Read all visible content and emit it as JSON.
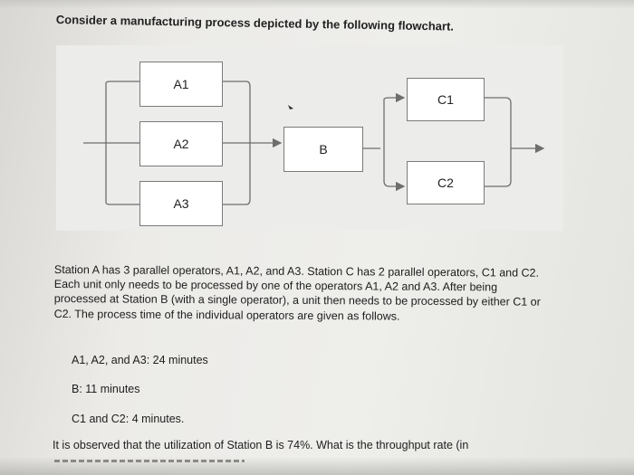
{
  "question": {
    "title": "Consider a manufacturing process depicted by the following flowchart."
  },
  "flowchart": {
    "boxes": {
      "a1": "A1",
      "a2": "A2",
      "a3": "A3",
      "b": "B",
      "c1": "C1",
      "c2": "C2"
    }
  },
  "description": {
    "paragraph": "Station A has 3 parallel operators, A1, A2, and A3. Station C has 2 parallel operators, C1 and C2. Each unit only needs to be processed by one of the operators A1, A2 and A3. After being processed at Station B (with a single operator), a unit then needs to be processed by either C1 or C2. The process time of the individual operators are given as follows.",
    "times": {
      "a": "A1, A2, and A3: 24 minutes",
      "b": "B: 11 minutes",
      "c": "C1 and C2: 4 minutes."
    },
    "question_line": "It is observed that the utilization of Station B is 74%. What is the throughput rate (in"
  },
  "colors": {
    "line": "#6e6e6e",
    "box_border": "#7a7a7a",
    "flowchart_bg": "#ececea"
  }
}
